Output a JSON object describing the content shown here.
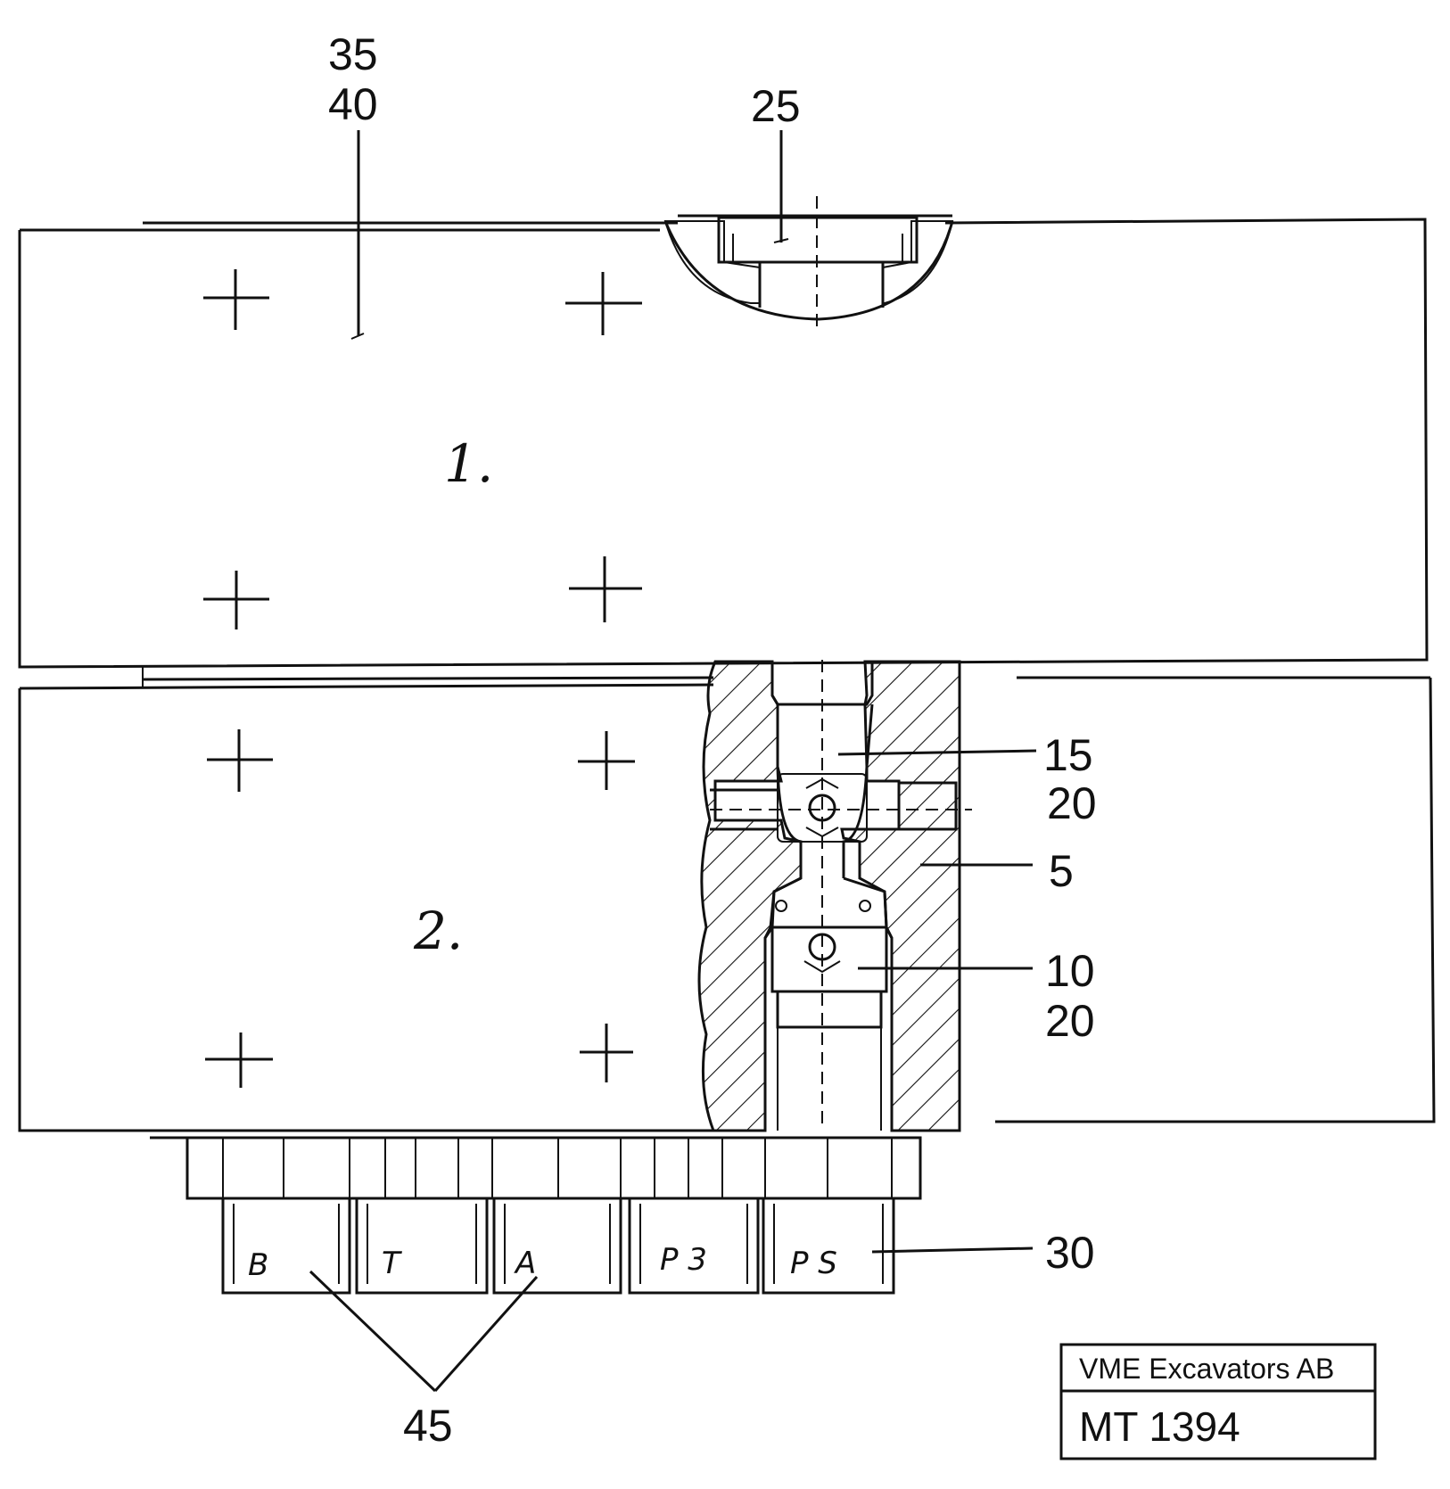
{
  "callouts": {
    "c35": "35",
    "c40": "40",
    "c25": "25",
    "c15": "15",
    "c20a": "20",
    "c5": "5",
    "c10": "10",
    "c20b": "20",
    "c30": "30",
    "c45": "45"
  },
  "section_labels": {
    "s1": "1.",
    "s2": "2."
  },
  "ports": [
    "B",
    "T",
    "A",
    "P 3",
    "P S"
  ],
  "title_block": {
    "company": "VME Excavators AB",
    "drawing_no": "MT 1394"
  }
}
